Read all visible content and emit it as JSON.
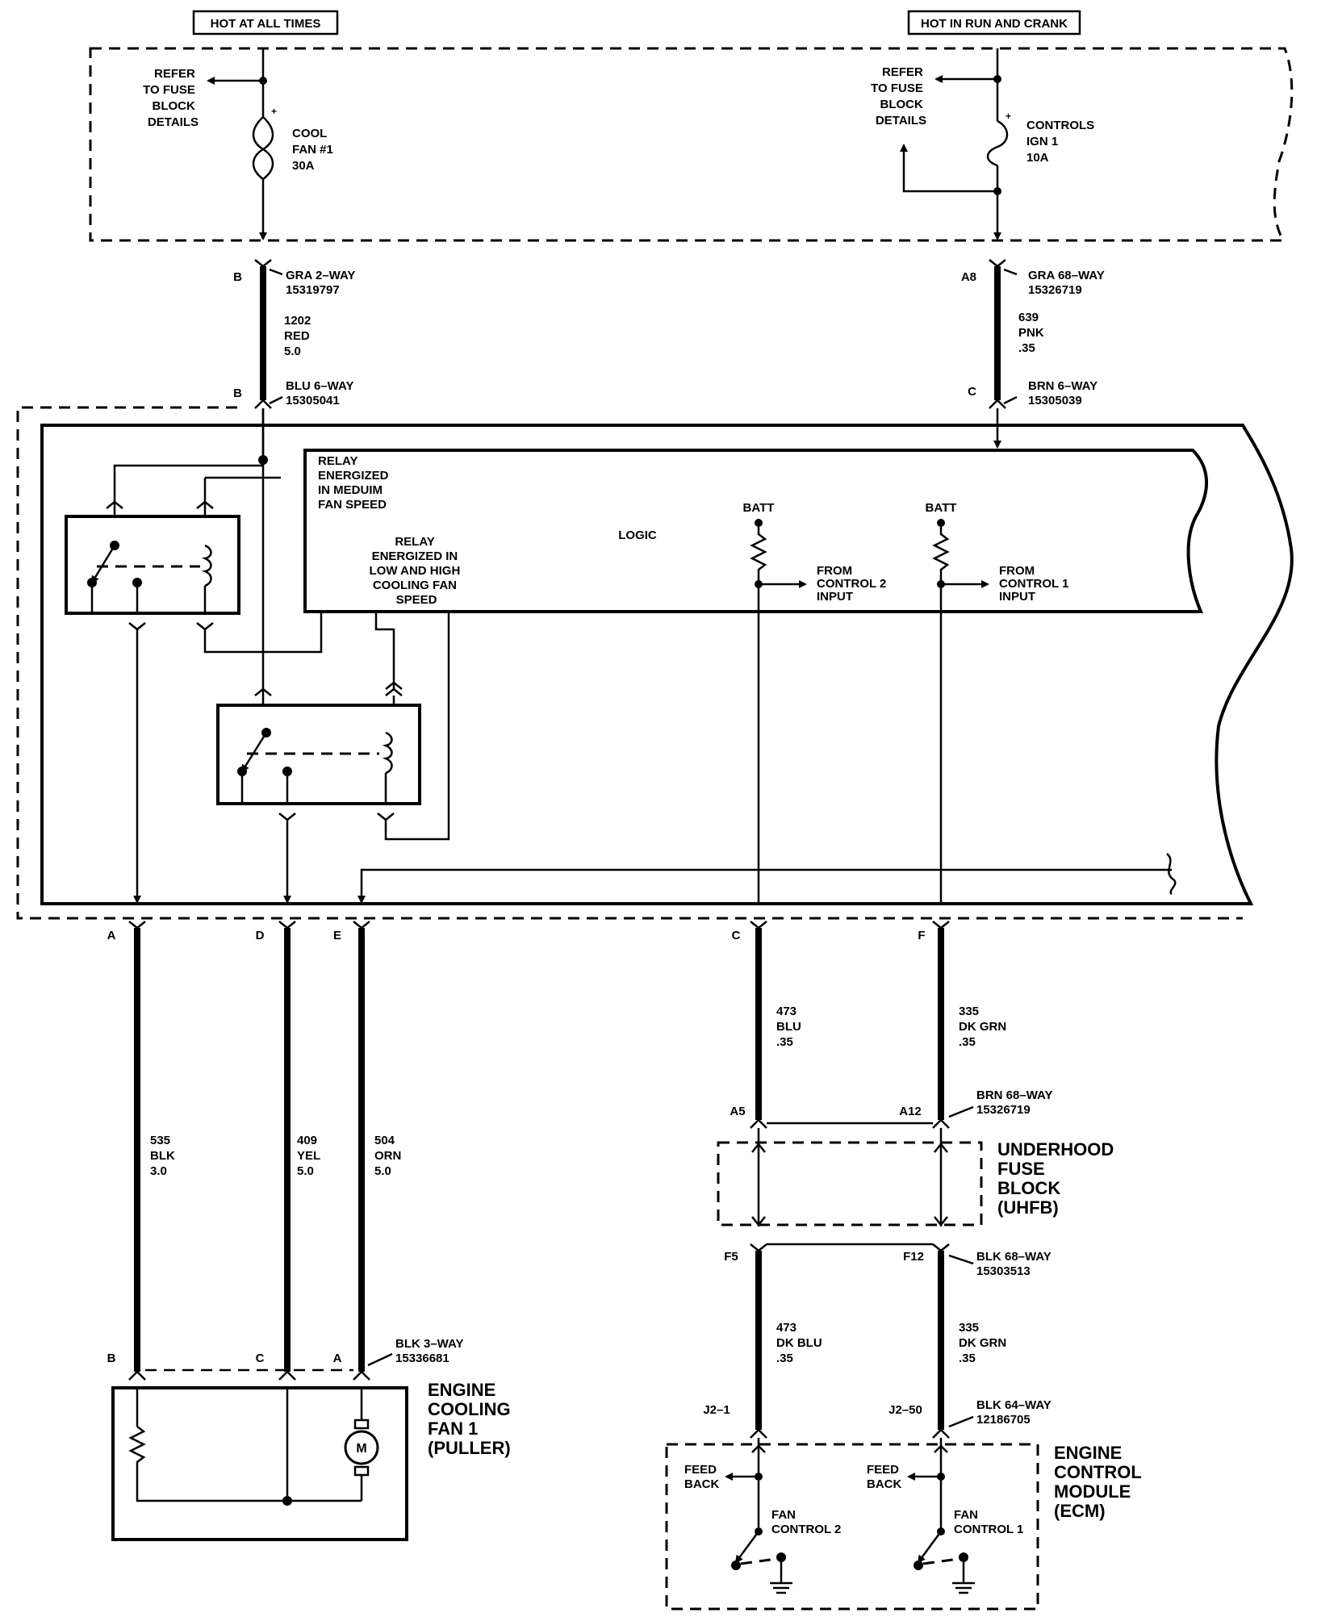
{
  "header": {
    "hot_at_all_times": "HOT AT ALL TIMES",
    "hot_in_run_and_crank": "HOT IN RUN AND CRANK"
  },
  "fuse_block": {
    "refer_left": [
      "REFER",
      "TO FUSE",
      "BLOCK",
      "DETAILS"
    ],
    "refer_right": [
      "REFER",
      "TO FUSE",
      "BLOCK",
      "DETAILS"
    ],
    "fuse_left": [
      "COOL",
      "FAN #1",
      "30A"
    ],
    "fuse_right": [
      "CONTROLS",
      "IGN 1",
      "10A"
    ]
  },
  "upper_connectors": {
    "left_pin_top": "B",
    "left_conn_top": [
      "GRA 2–WAY",
      "15319797"
    ],
    "left_wire": [
      "1202",
      "RED",
      "5.0"
    ],
    "left_pin_bottom": "B",
    "left_conn_bottom": [
      "BLU 6–WAY",
      "15305041"
    ],
    "right_pin_top": "A8",
    "right_conn_top": [
      "GRA 68–WAY",
      "15326719"
    ],
    "right_wire": [
      "639",
      "PNK",
      ".35"
    ],
    "right_pin_bottom": "C",
    "right_conn_bottom": [
      "BRN 6–WAY",
      "15305039"
    ]
  },
  "module": {
    "relay_medium_note": [
      "RELAY",
      "ENERGIZED",
      "IN MEDUIM",
      "FAN SPEED"
    ],
    "relay_low_high_note": [
      "RELAY",
      "ENERGIZED IN",
      "LOW AND HIGH",
      "COOLING FAN",
      "SPEED"
    ],
    "logic": "LOGIC",
    "batt_1": "BATT",
    "batt_2": "BATT",
    "from_control_2": [
      "FROM",
      "CONTROL 2",
      "INPUT"
    ],
    "from_control_1": [
      "FROM",
      "CONTROL 1",
      "INPUT"
    ]
  },
  "module_pins": [
    "A",
    "D",
    "E",
    "C",
    "F"
  ],
  "lower_wires": {
    "w535": [
      "535",
      "BLK",
      "3.0"
    ],
    "w409": [
      "409",
      "YEL",
      "5.0"
    ],
    "w504": [
      "504",
      "ORN",
      "5.0"
    ],
    "w473": [
      "473",
      "BLU",
      ".35"
    ],
    "w335": [
      "335",
      "DK GRN",
      ".35"
    ],
    "w473b": [
      "473",
      "DK BLU",
      ".35"
    ],
    "w335b": [
      "335",
      "DK GRN",
      ".35"
    ]
  },
  "uhfb": {
    "pin_a5": "A5",
    "pin_a12": "A12",
    "conn_top": [
      "BRN 68–WAY",
      "15326719"
    ],
    "label": [
      "UNDERHOOD",
      "FUSE",
      "BLOCK",
      "(UHFB)"
    ],
    "pin_f5": "F5",
    "pin_f12": "F12",
    "conn_bottom": [
      "BLK 68–WAY",
      "15303513"
    ]
  },
  "fan": {
    "pin_b": "B",
    "pin_c": "C",
    "pin_a": "A",
    "conn": [
      "BLK 3–WAY",
      "15336681"
    ],
    "label": [
      "ENGINE",
      "COOLING",
      "FAN 1",
      "(PULLER)"
    ],
    "motor": "M"
  },
  "ecm": {
    "pin_j21": "J2–1",
    "pin_j250": "J2–50",
    "conn": [
      "BLK 64–WAY",
      "12186705"
    ],
    "label": [
      "ENGINE",
      "CONTROL",
      "MODULE",
      "(ECM)"
    ],
    "feed_back_1": [
      "FEED",
      "BACK"
    ],
    "feed_back_2": [
      "FEED",
      "BACK"
    ],
    "fan_control_2": [
      "FAN",
      "CONTROL 2"
    ],
    "fan_control_1": [
      "FAN",
      "CONTROL 1"
    ]
  }
}
